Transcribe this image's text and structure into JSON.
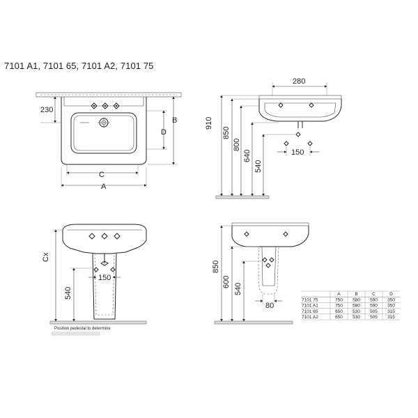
{
  "title": "7101 A1, 7101 65, 7101 A2, 7101 75",
  "top_view": {
    "dim_230": "230",
    "label_B": "B",
    "label_D": "D",
    "label_C": "C",
    "label_A": "A"
  },
  "side_view": {
    "dim_280": "280",
    "dim_910": "910",
    "dim_850": "850",
    "dim_800": "800",
    "dim_640": "640",
    "dim_540": "540",
    "dim_150": "150"
  },
  "front_pedestal_view": {
    "label_Cx": "Cx",
    "dim_540": "540",
    "dim_150": "150",
    "note": "Position pedestal to determine"
  },
  "side_pedestal_view": {
    "dim_850": "850",
    "dim_600": "600",
    "dim_540": "540",
    "dim_80": "80"
  },
  "dimension_table": {
    "headers": [
      "",
      "A",
      "B",
      "C",
      "D"
    ],
    "rows": [
      [
        "7101 75",
        "750",
        "580",
        "590",
        "350"
      ],
      [
        "7101 A1",
        "750",
        "580",
        "590",
        "350"
      ],
      [
        "7101 65",
        "650",
        "530",
        "505",
        "315"
      ],
      [
        "7101 A2",
        "650",
        "530",
        "505",
        "315"
      ]
    ]
  }
}
